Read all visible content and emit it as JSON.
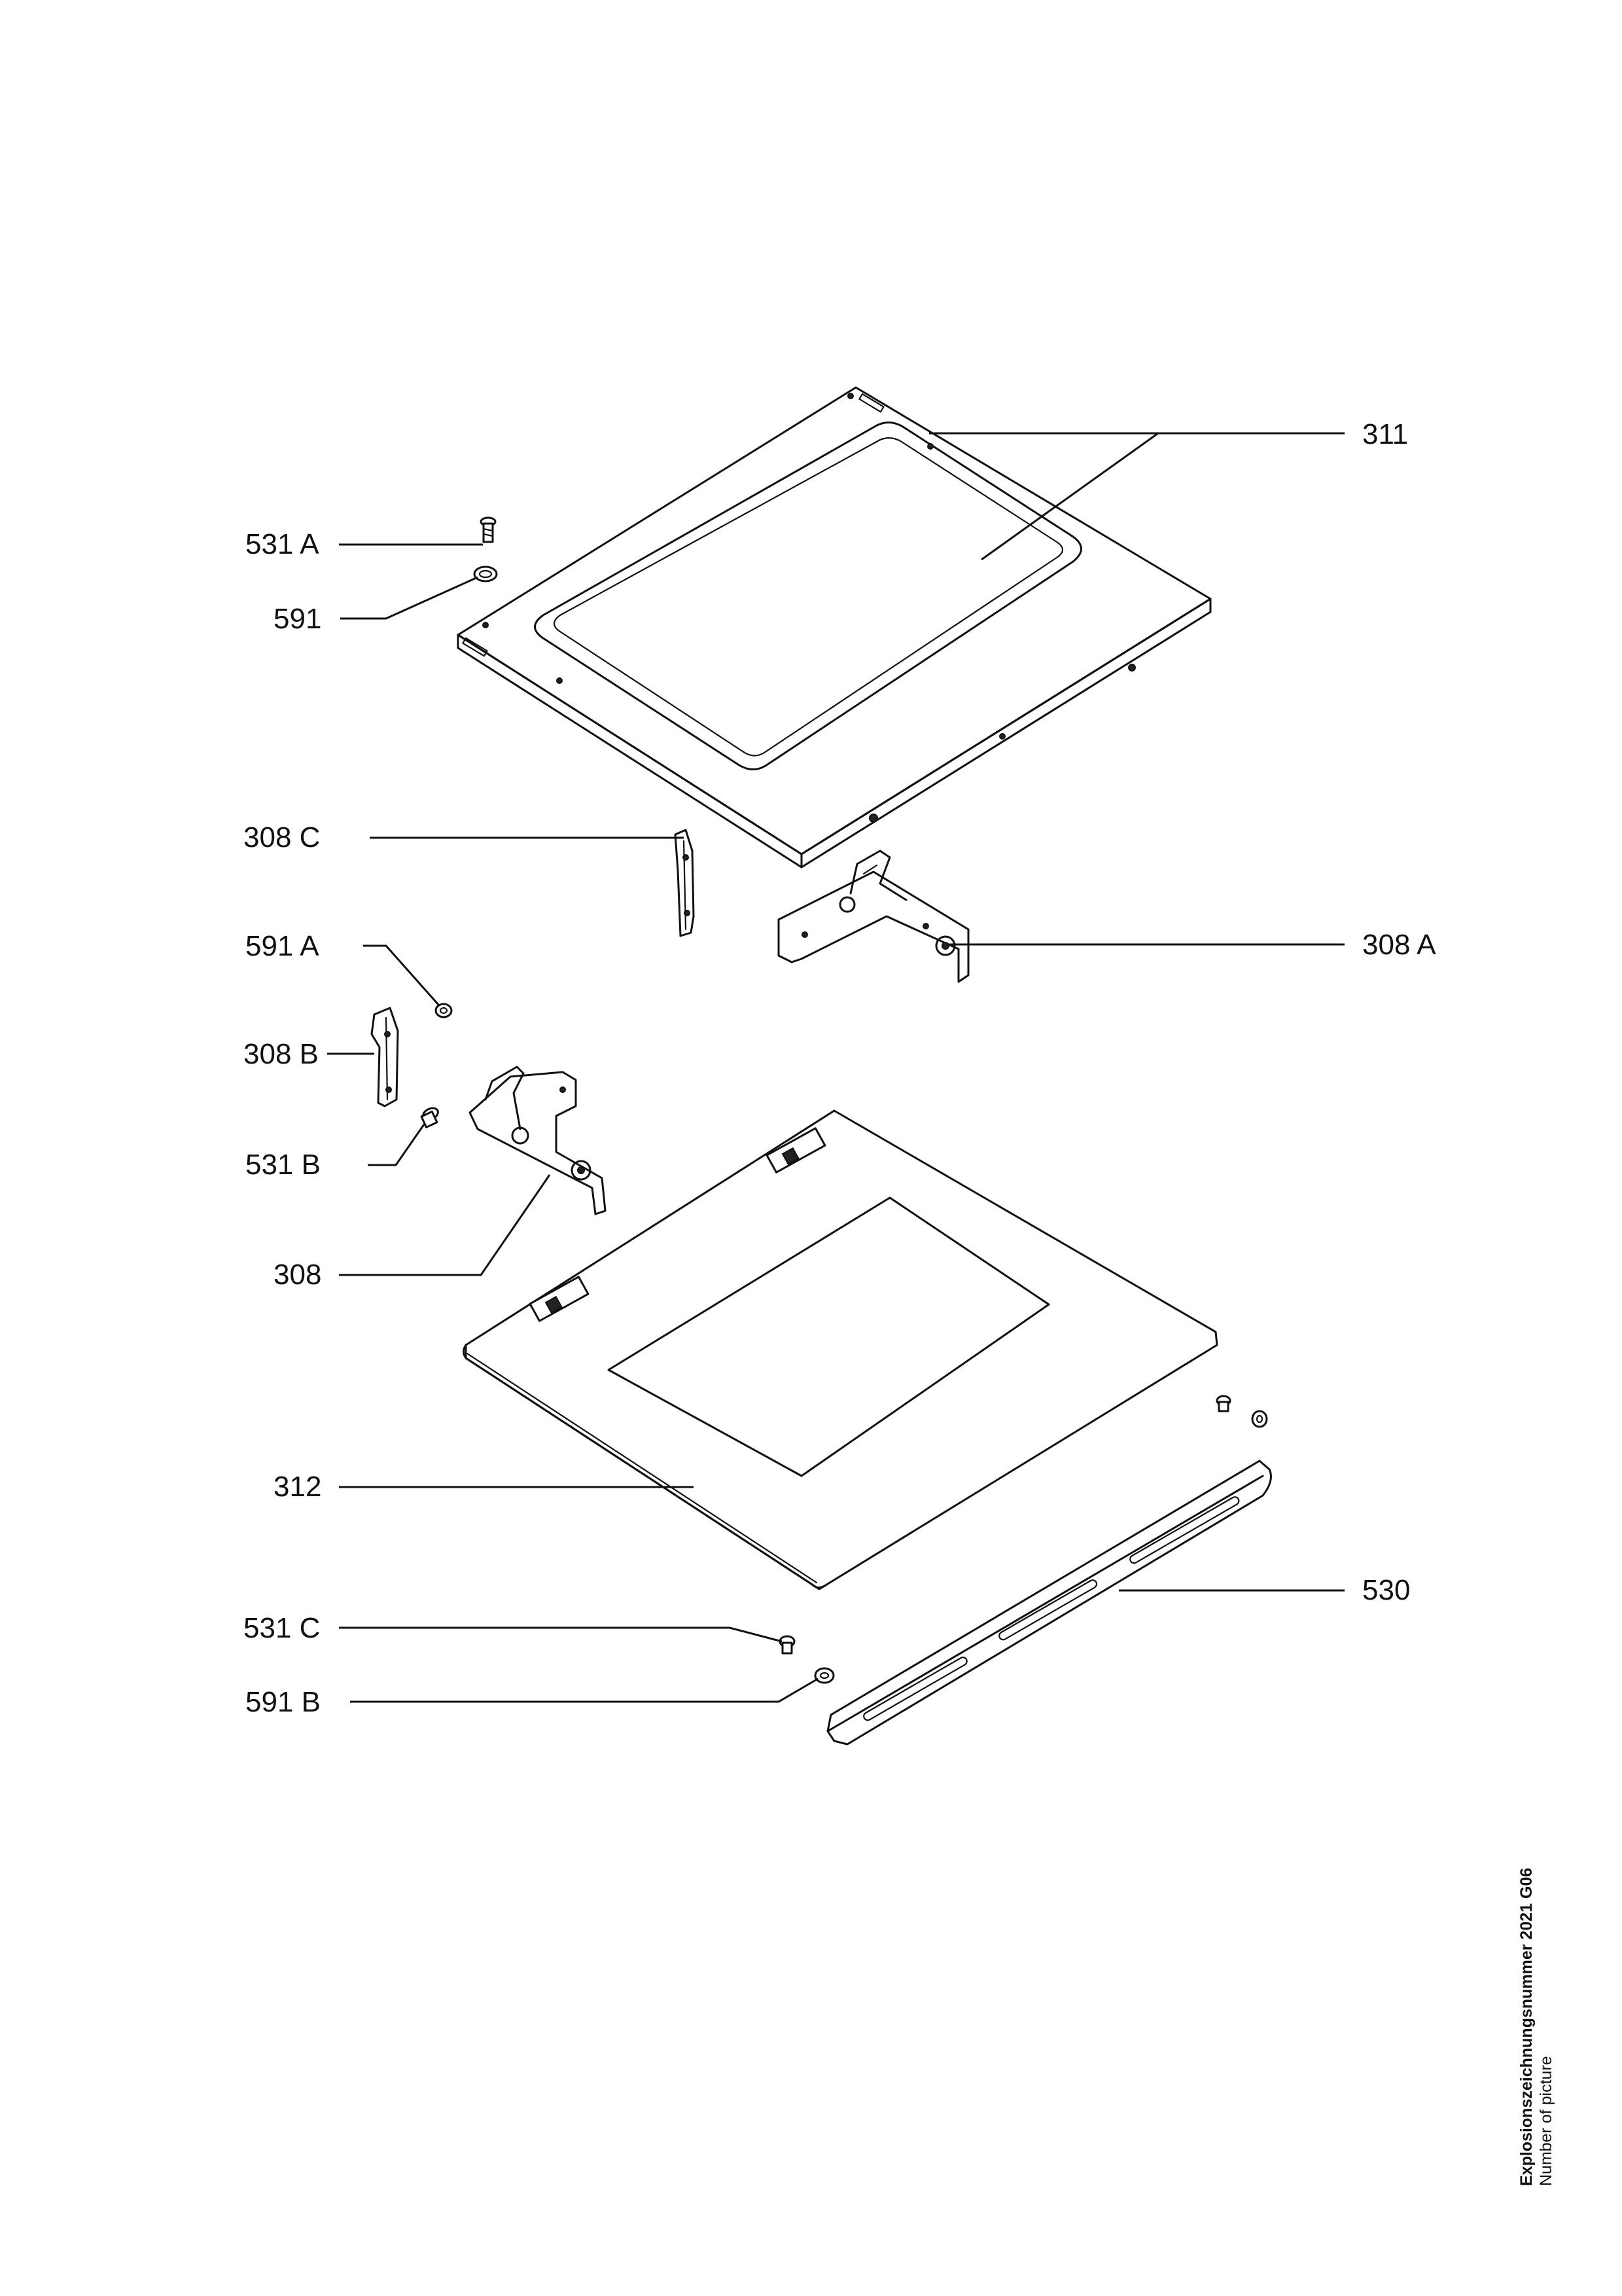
{
  "labels": {
    "l311": "311",
    "l531a": "531 A",
    "l591": "591",
    "l308c": "308 C",
    "l591a": "591 A",
    "l308a": "308 A",
    "l308b": "308 B",
    "l531b": "531 B",
    "l308": "308",
    "l312": "312",
    "l530": "530",
    "l531c": "531 C",
    "l591b": "591 B"
  },
  "caption": {
    "drawing_number": "Explosionszeichnungsnummer 2021 G06",
    "number_label": "Number of picture"
  }
}
